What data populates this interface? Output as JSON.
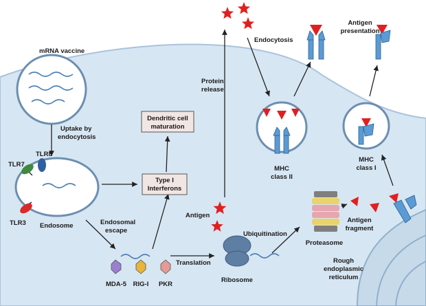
{
  "labels": {
    "mrna_vaccine": "mRNA vaccine",
    "uptake_line1": "Uptake by",
    "uptake_line2": "endocytosis",
    "tlr8": "TLR8",
    "tlr7": "TLR7",
    "tlr3": "TLR3",
    "endosome": "Endosome",
    "endosomal_line1": "Endosomal",
    "endosomal_line2": "escape",
    "mda5": "MDA-5",
    "rigi": "RIG-I",
    "pkr": "PKR",
    "translation": "Translation",
    "ribosome": "Ribosome",
    "antigen": "Antigen",
    "protein_release_line1": "Protein",
    "protein_release_line2": "release",
    "endocytosis": "Endocytosis",
    "antigen_presentation_line1": "Antigen",
    "antigen_presentation_line2": "presentation",
    "mhc2_line1": "MHC",
    "mhc2_line2": "class II",
    "mhc1_line1": "MHC",
    "mhc1_line2": "class I",
    "ubiquitination": "Ubiquitination",
    "proteasome": "Proteasome",
    "antigen_fragment_line1": "Antigen",
    "antigen_fragment_line2": "fragment",
    "rer_line1": "Rough",
    "rer_line2": "endoplasmic",
    "rer_line3": "reticulum"
  },
  "boxes": {
    "dendritic_line1": "Dendritic cell",
    "dendritic_line2": "maturation",
    "interferons_line1": "Type I",
    "interferons_line2": "Interferons"
  },
  "colors": {
    "cell": "#d7e6f3",
    "cell_border": "#a9c3dc",
    "mhc": "#5b9bd5",
    "antigen": "#e02020",
    "box_fill": "#f2e6e4",
    "mda5": "#9b7fd0",
    "rigi": "#e8b53a",
    "pkr": "#e49a96",
    "tlr7": "#3f8a3f",
    "tlr8": "#2f5f9f",
    "tlr3": "#d92a2a"
  }
}
